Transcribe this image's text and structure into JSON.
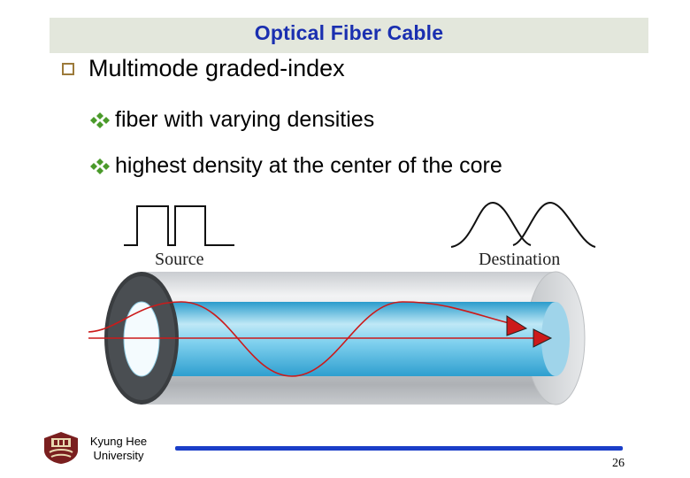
{
  "slide": {
    "title": "Optical Fiber Cable",
    "main_bullet": "Multimode graded-index",
    "sub_bullets": [
      "fiber with varying densities",
      "highest density at the center of the core"
    ]
  },
  "figure": {
    "source_label": "Source",
    "destination_label": "Destination"
  },
  "footer": {
    "university_line1": "Kyung Hee",
    "university_line2": "University",
    "page_number": "26"
  },
  "colors": {
    "title": "#1a2fb0",
    "title_bar": "#e3e7dc",
    "bullet_box": "#9c7a3a",
    "diamond_bullet": "#4a9a2a",
    "ray": "#cc1a1a",
    "core": "#4fb8e0",
    "footer_rule": "#1a3ec8"
  },
  "icons": {
    "main_bullet": "square-bullet-icon",
    "sub_bullet": "diamond-bullet-icon",
    "logo": "kyung-hee-crest-icon"
  }
}
